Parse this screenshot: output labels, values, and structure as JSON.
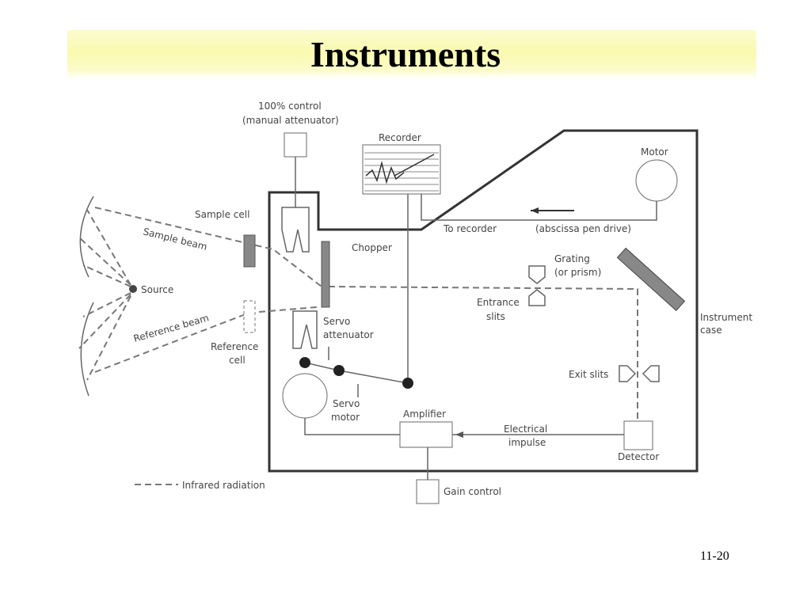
{
  "title": "Instruments",
  "page_number": "11-20",
  "labels": {
    "control_100_line1": "100% control",
    "control_100_line2": "(manual attenuator)",
    "recorder": "Recorder",
    "motor": "Motor",
    "sample_cell": "Sample cell",
    "sample_beam": "Sample beam",
    "chopper": "Chopper",
    "to_recorder": "To recorder",
    "abscissa": "(abscissa pen drive)",
    "grating_line1": "Grating",
    "grating_line2": "(or prism)",
    "source": "Source",
    "entrance_line1": "Entrance",
    "entrance_line2": "slits",
    "instrument_line1": "Instrument",
    "instrument_line2": "case",
    "reference_beam": "Reference beam",
    "servo_att_line1": "Servo",
    "servo_att_line2": "attenuator",
    "reference_cell_line1": "Reference",
    "reference_cell_line2": "cell",
    "exit_slits": "Exit slits",
    "servo_motor_line1": "Servo",
    "servo_motor_line2": "motor",
    "amplifier": "Amplifier",
    "electrical_line1": "Electrical",
    "electrical_line2": "impulse",
    "detector": "Detector",
    "infrared_radiation": "Infrared radiation",
    "gain_control": "Gain control"
  }
}
